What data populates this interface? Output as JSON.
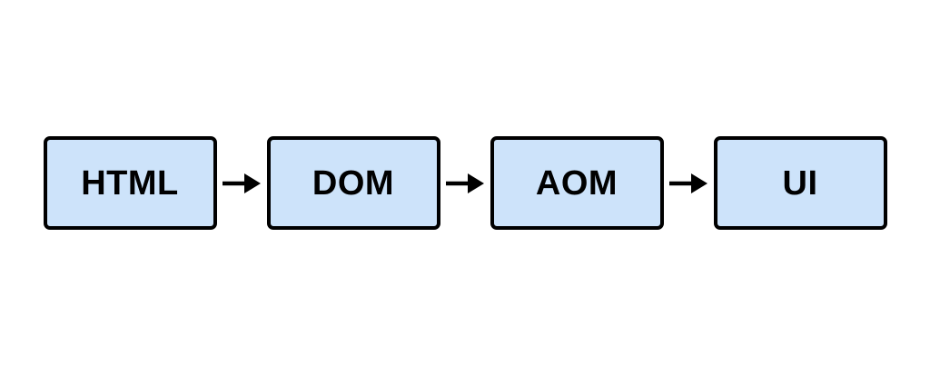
{
  "diagram": {
    "type": "flowchart",
    "direction": "left-to-right",
    "nodes": [
      {
        "id": "html",
        "label": "HTML"
      },
      {
        "id": "dom",
        "label": "DOM"
      },
      {
        "id": "aom",
        "label": "AOM"
      },
      {
        "id": "ui",
        "label": "UI"
      }
    ],
    "edges": [
      {
        "from": "HTML",
        "to": "DOM",
        "style": "arrow-right"
      },
      {
        "from": "DOM",
        "to": "AOM",
        "style": "arrow-right"
      },
      {
        "from": "AOM",
        "to": "UI",
        "style": "arrow-right"
      }
    ],
    "colors": {
      "node_fill": "#cde3fa",
      "node_border": "#000000",
      "arrow": "#000000",
      "text": "#000000",
      "background": "#ffffff"
    }
  }
}
